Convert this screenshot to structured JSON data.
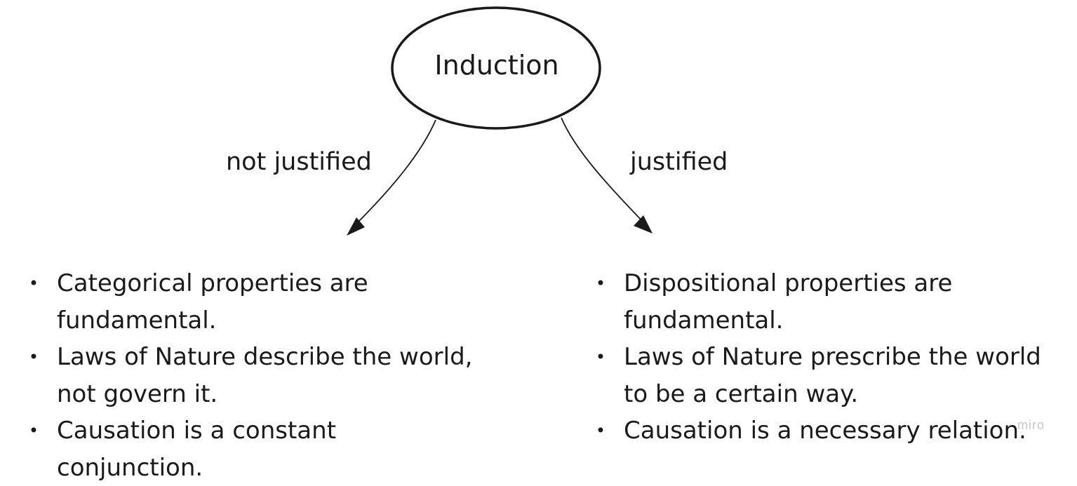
{
  "diagram": {
    "root_node": {
      "label": "Induction"
    },
    "edges": [
      {
        "label": "not justified"
      },
      {
        "label": "justified"
      }
    ],
    "left_list": {
      "items": [
        {
          "line1": "Categorical properties are",
          "line2": "fundamental."
        },
        {
          "line1": "Laws of Nature describe the world,",
          "line2": "not govern it."
        },
        {
          "line1": "Causation is a constant conjunction.",
          "line2": ""
        }
      ]
    },
    "right_list": {
      "items": [
        {
          "line1": "Dispositional properties are",
          "line2": "fundamental."
        },
        {
          "line1": "Laws of Nature prescribe the world",
          "line2": "to be a certain way."
        },
        {
          "line1": "Causation is a necessary relation.",
          "line2": ""
        }
      ]
    },
    "bullet_symbol": "•",
    "watermark": "miro"
  },
  "colors": {
    "stroke": "#1a1a1a",
    "background": "#ffffff",
    "watermark": "#c8c8c8"
  }
}
